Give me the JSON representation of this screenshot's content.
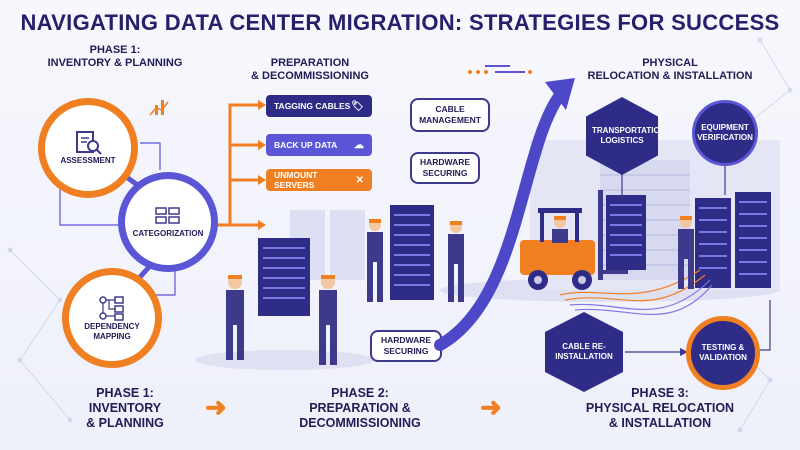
{
  "title": "NAVIGATING DATA CENTER MIGRATION: STRATEGIES FOR SUCCESS",
  "phase1": {
    "header": "PHASE 1:\nINVENTORY & PLANNING",
    "nodes": [
      "ASSESSMENT",
      "CATEGORIZATION",
      "DEPENDENCY MAPPING"
    ]
  },
  "phase2": {
    "header": "PREPARATION\n& DECOMMISSIONING",
    "tasks": [
      "TAGGING CABLES",
      "BACK UP DATA",
      "UNMOUNT SERVERS"
    ],
    "callouts": [
      "CABLE MANAGEMENT",
      "HARDWARE SECURING",
      "HARDWARE SECURING"
    ]
  },
  "phase3": {
    "header": "PHYSICAL\nRELOCATION & INSTALLATION",
    "nodes": [
      "TRANSPORTATION LOGISTICS",
      "EQUIPMENT VERIFICATION",
      "CABLE RE-INSTALLATION",
      "TESTING & VALIDATION"
    ]
  },
  "bottom": {
    "phase1": "PHASE 1:\nINVENTORY\n& PLANNING",
    "phase2": "PHASE 2:\nPREPARATION &\nDECOMMISSIONING",
    "phase3": "PHASE 3:\nPHYSICAL RELOCATION\n& INSTALLATION"
  },
  "colors": {
    "navy": "#2a2878",
    "orange": "#f07f22",
    "purple": "#5b56d6",
    "indigo": "#3d3a8c"
  }
}
